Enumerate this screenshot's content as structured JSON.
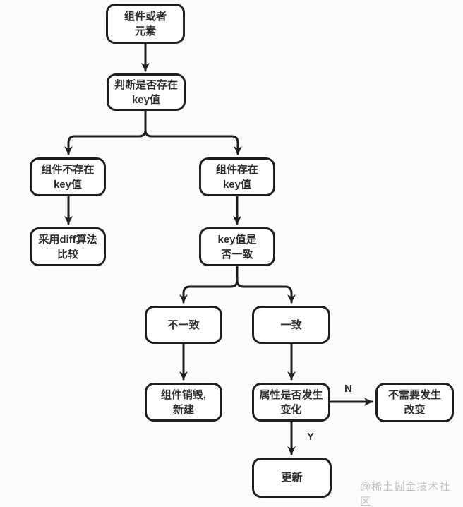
{
  "diagram": {
    "nodes": {
      "root": {
        "label": "组件或者\n元素"
      },
      "check_key": {
        "label": "判断是否存在\nkey值"
      },
      "no_key": {
        "label": "组件不存在\nkey值"
      },
      "has_key": {
        "label": "组件存在\nkey值"
      },
      "diff_compare": {
        "label": "采用diff算法\n比较"
      },
      "key_consistent": {
        "label": "key值是\n否一致"
      },
      "inconsistent": {
        "label": "不一致"
      },
      "consistent": {
        "label": "一致"
      },
      "destroy_recreate": {
        "label": "组件销毁,\n新建"
      },
      "attr_changed": {
        "label": "属性是否发生\n变化"
      },
      "no_change_needed": {
        "label": "不需要发生\n改变"
      },
      "update": {
        "label": "更新"
      }
    },
    "edges": [
      {
        "from": "root",
        "to": "check_key",
        "label": ""
      },
      {
        "from": "check_key",
        "to": "no_key",
        "label": ""
      },
      {
        "from": "check_key",
        "to": "has_key",
        "label": ""
      },
      {
        "from": "no_key",
        "to": "diff_compare",
        "label": ""
      },
      {
        "from": "has_key",
        "to": "key_consistent",
        "label": ""
      },
      {
        "from": "key_consistent",
        "to": "inconsistent",
        "label": ""
      },
      {
        "from": "key_consistent",
        "to": "consistent",
        "label": ""
      },
      {
        "from": "inconsistent",
        "to": "destroy_recreate",
        "label": ""
      },
      {
        "from": "consistent",
        "to": "attr_changed",
        "label": ""
      },
      {
        "from": "attr_changed",
        "to": "no_change_needed",
        "label": "N"
      },
      {
        "from": "attr_changed",
        "to": "update",
        "label": "Y"
      }
    ],
    "edge_labels": {
      "no": "N",
      "yes": "Y"
    },
    "watermark": "@稀土掘金技术社区",
    "colors": {
      "line": "#1e1e1e",
      "box_fill": "#ffffff",
      "box_border": "#1e1e1e",
      "text": "#2e2e2e",
      "watermark": "#c2c2c2",
      "background": "#fcfcfc"
    }
  }
}
